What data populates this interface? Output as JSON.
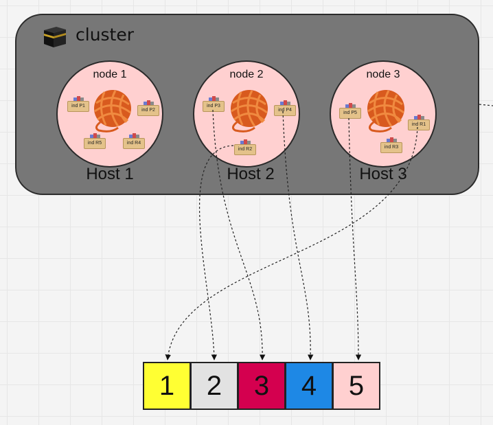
{
  "cluster": {
    "title": "cluster",
    "nodes": [
      {
        "name": "node 1",
        "host": "Host 1",
        "indices": [
          "ind P1",
          "ind P2",
          "ind R5",
          "ind R4"
        ]
      },
      {
        "name": "node 2",
        "host": "Host 2",
        "indices": [
          "ind P3",
          "ind P4",
          "ind R2"
        ]
      },
      {
        "name": "node 3",
        "host": "Host 3",
        "indices": [
          "ind P5",
          "ind R1",
          "ind R3"
        ]
      }
    ]
  },
  "slots": [
    {
      "label": "1",
      "color": "#ffff33"
    },
    {
      "label": "2",
      "color": "#e2e2e2"
    },
    {
      "label": "3",
      "color": "#d4004f"
    },
    {
      "label": "4",
      "color": "#1e88e5"
    },
    {
      "label": "5",
      "color": "#ffd0d0"
    }
  ],
  "colors": {
    "cluster_fill": "#777777",
    "node_fill": "#ffd0d0",
    "index_box": "#e4c28a"
  }
}
